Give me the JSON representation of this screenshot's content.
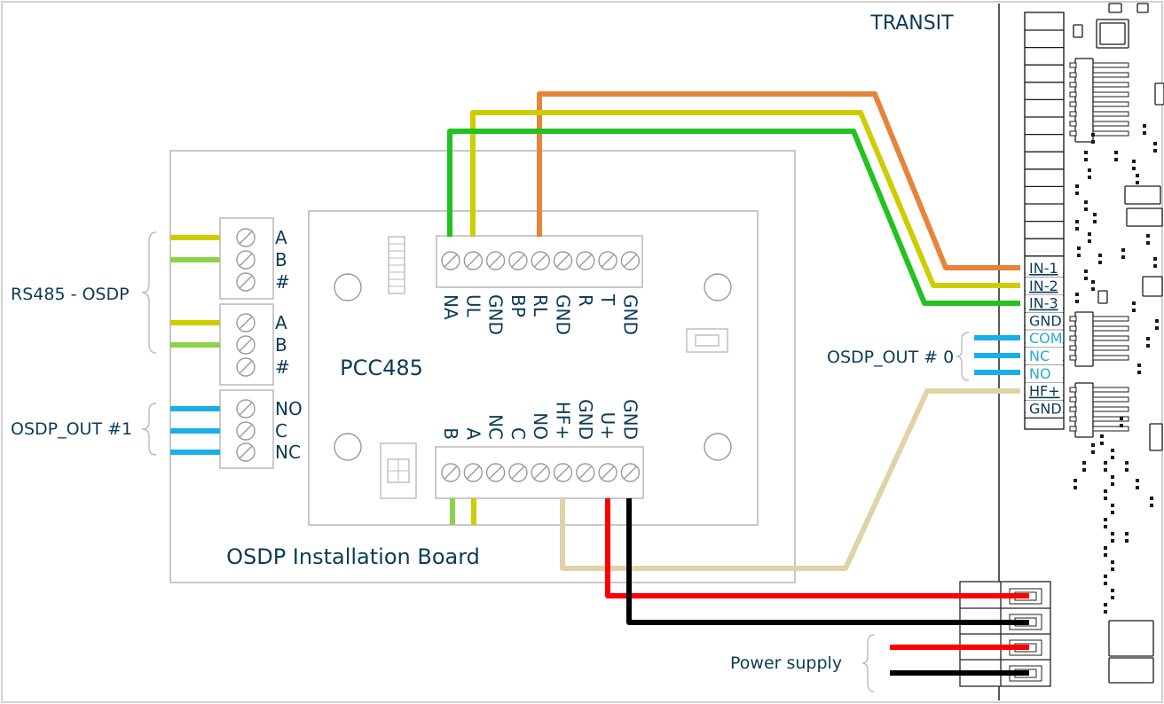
{
  "labels": {
    "transit": "TRANSIT",
    "rs485_group": "RS485 - OSDP",
    "osdp_out1": "OSDP_OUT #1",
    "osdp_out0": "OSDP_OUT # 0",
    "installation_board": "OSDP Installation Board",
    "pcc485": "PCC485",
    "power_supply": "Power supply"
  },
  "left_terminals": {
    "rs485_a": [
      "A",
      "B",
      "#"
    ],
    "rs485_b": [
      "A",
      "B",
      "#"
    ],
    "osdp_out1": [
      "NO",
      "C",
      "NC"
    ]
  },
  "pcc_top_terminals": [
    "NA",
    "UL",
    "GND",
    "BP",
    "RL",
    "GND",
    "R",
    "T",
    "GND"
  ],
  "pcc_bottom_terminals": [
    "B",
    "A",
    "NC",
    "C",
    "NO",
    "HF+",
    "GND",
    "U+",
    "GND"
  ],
  "transit_terminals": [
    {
      "label": "IN-1",
      "style": "underline"
    },
    {
      "label": "IN-2",
      "style": "underline"
    },
    {
      "label": "IN-3",
      "style": "underline"
    },
    {
      "label": "GND",
      "style": "normal"
    },
    {
      "label": "COM",
      "style": "blue"
    },
    {
      "label": "NC",
      "style": "blue"
    },
    {
      "label": "NO",
      "style": "blue"
    },
    {
      "label": "HF+",
      "style": "underline"
    },
    {
      "label": "GND",
      "style": "normal"
    }
  ],
  "colors": {
    "label_text": "#0b3b57",
    "wire_orange": "#e8843a",
    "wire_yellow": "#cdcd00",
    "wire_green": "#22c21f",
    "wire_lightgreen": "#8cd14a",
    "wire_blue": "#1aaee8",
    "wire_beige": "#e0d3a8",
    "wire_red": "#ff0000",
    "wire_black": "#000000"
  }
}
